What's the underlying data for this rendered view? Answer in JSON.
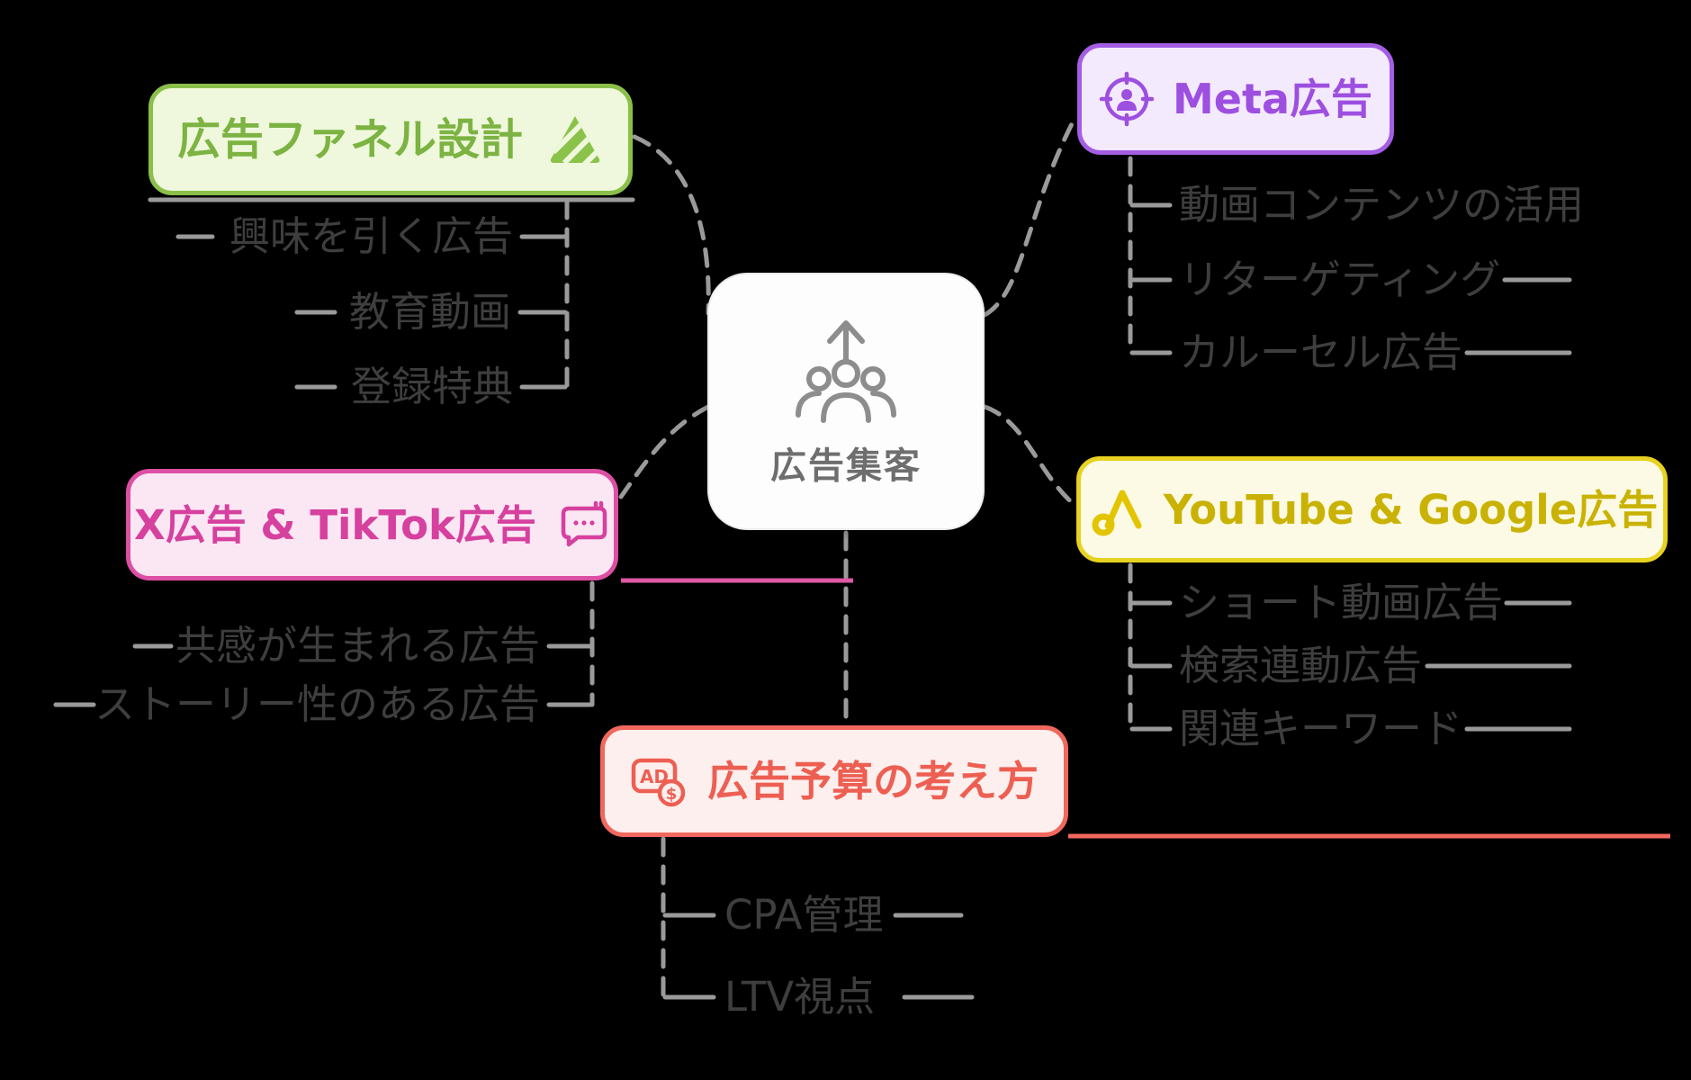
{
  "center": {
    "label": "広告集客",
    "icon": "audience-up-arrow-icon"
  },
  "branches": [
    {
      "id": "ad-funnel",
      "label": "広告ファネル設計",
      "icon": "funnel-icon",
      "accent": "#8abf4a",
      "bg": "#eff8dc",
      "text_color": "#7cb342",
      "children": [
        "興味を引く広告",
        "教育動画",
        "登録特典"
      ]
    },
    {
      "id": "meta-ads",
      "label": "Meta広告",
      "icon": "target-person-icon",
      "accent": "#a45ee5",
      "bg": "#f4eafe",
      "text_color": "#9d4fe0",
      "children": [
        "動画コンテンツの活用",
        "リターゲティング",
        "カルーセル広告"
      ]
    },
    {
      "id": "x-tiktok-ads",
      "label": "X広告 & TikTok広告",
      "icon": "chat-bubble-icon",
      "accent": "#dd4fa3",
      "bg": "#fbe7f3",
      "text_color": "#d6409f",
      "children": [
        "共感が生まれる広告",
        "ストーリー性のある広告"
      ]
    },
    {
      "id": "youtube-google-ads",
      "label": "YouTube & Google広告",
      "icon": "google-ads-icon",
      "accent": "#e7d221",
      "bg": "#fcfae4",
      "text_color": "#c9b203",
      "children": [
        "ショート動画広告",
        "検索連動広告",
        "関連キーワード"
      ]
    },
    {
      "id": "ad-budget",
      "label": "広告予算の考え方",
      "icon": "ad-dollar-icon",
      "accent": "#f0685e",
      "bg": "#fdefed",
      "text_color": "#ed5f52",
      "children": [
        "CPA管理",
        "LTV視点"
      ]
    }
  ],
  "colors": {
    "background": "#000000",
    "connector": "#9a9a9a",
    "leaf_text": "#3e3e3e",
    "center_bg": "#fdfdfd",
    "center_text": "#6e6e6e",
    "pink_branch_line": "#de58a5",
    "red_branch_line": "#f0685e"
  }
}
